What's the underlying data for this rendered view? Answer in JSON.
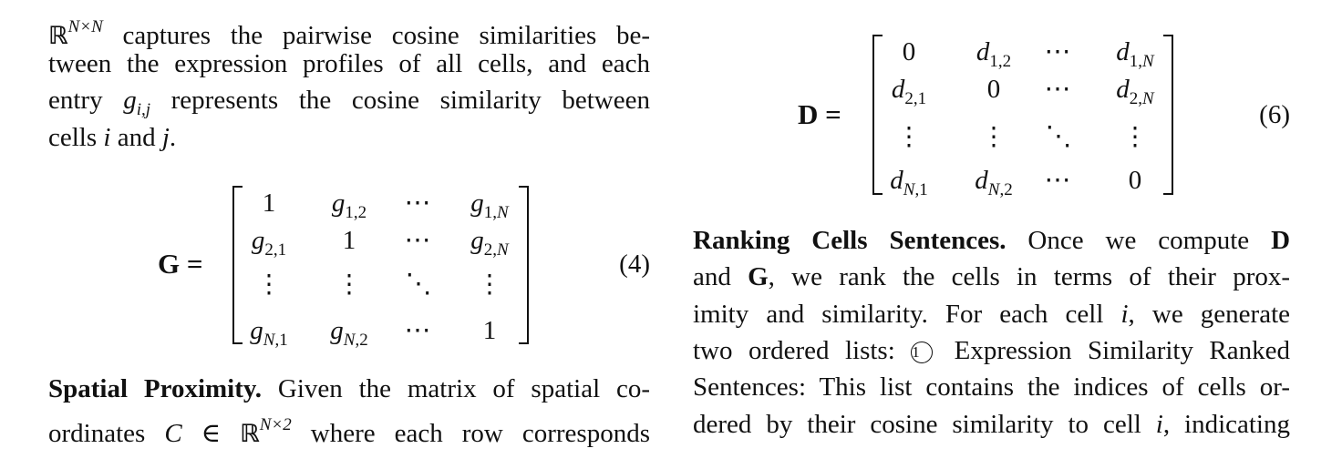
{
  "left": {
    "line1": "captures the pairwise cosine similarities be-",
    "line1_set": "ℝ",
    "line1_sup": "N×N",
    "line2": "tween the expression profiles of all cells, and each",
    "line3_a": "entry ",
    "line3_var": "g",
    "line3_sub": "i,j",
    "line3_b": " represents the cosine similarity between",
    "line4_a": "cells ",
    "line4_i": "i",
    "line4_b": " and ",
    "line4_j": "j",
    "line4_c": ".",
    "eq4_lhs": "G =",
    "eq4_number": "(4)",
    "eq4_cells": [
      [
        "1",
        "g|1,2",
        "⋯",
        "g|1,N"
      ],
      [
        "g|2,1",
        "1",
        "⋯",
        "g|2,N"
      ],
      [
        "⋮",
        "⋮",
        "⋱",
        "⋮"
      ],
      [
        "g|N,1",
        "g|N,2",
        "⋯",
        "1"
      ]
    ],
    "para_heading": "Spatial Proximity.",
    "para_line1_rest": " Given the matrix of spatial co-",
    "para_line2_a": "ordinates ",
    "para_line2_C": "C",
    "para_line2_in": " ∈ ",
    "para_line2_set": "ℝ",
    "para_line2_sup": "N×2",
    "para_line2_b": " where each row corresponds"
  },
  "right": {
    "eq6_lhs": "D =",
    "eq6_number": "(6)",
    "eq6_cells": [
      [
        "0",
        "d|1,2",
        "⋯",
        "d|1,N"
      ],
      [
        "d|2,1",
        "0",
        "⋯",
        "d|2,N"
      ],
      [
        "⋮",
        "⋮",
        "⋱",
        "⋮"
      ],
      [
        "d|N,1",
        "d|N,2",
        "⋯",
        "0"
      ]
    ],
    "para_heading": "Ranking Cells Sentences.",
    "para_line1_rest": " Once we compute ",
    "para_line1_D": "D",
    "line2_a": "and ",
    "line2_G": "G",
    "line2_b": ", we rank the cells in terms of their prox-",
    "line3_a": "imity and similarity. For each cell ",
    "line3_i": "i",
    "line3_b": ", we generate",
    "line4_a": "two ordered lists: ",
    "line4_marker": "1",
    "line4_b": " Expression Similarity Ranked",
    "line5": "Sentences: This list contains the indices of cells or-",
    "line6_a": "dered by their cosine similarity to cell ",
    "line6_i": "i",
    "line6_b": ", indicating"
  }
}
